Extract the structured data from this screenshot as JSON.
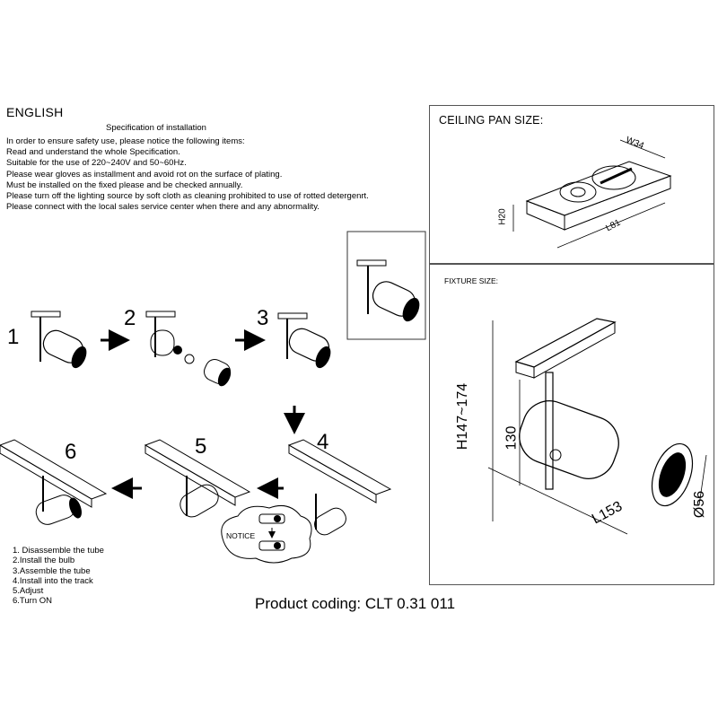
{
  "header": {
    "language": "ENGLISH",
    "spec_title": "Specification of installation"
  },
  "instructions": [
    "In order to ensure safety use, please notice the following items:",
    "Read and understand the whole Specification.",
    "Suitable for the use of 220~240V and 50~60Hz.",
    "Please wear gloves as installment and avoid rot on the surface of plating.",
    "Must be installed on the fixed please and be checked annually.",
    "Please turn off the lighting source by soft cloth as cleaning prohibited to use of rotted detergenrt.",
    "Please connect with the local sales service center when there and any abnormality."
  ],
  "steps": {
    "s1": "1",
    "s2": "2",
    "s3": "3",
    "s4": "4",
    "s5": "5",
    "s6": "6",
    "notice": "NOTICE"
  },
  "legend": [
    "1. Disassemble the tube",
    "2.Install the bulb",
    "3.Assemble the tube",
    "4.Install into the track",
    "5.Adjust",
    "6.Turn ON"
  ],
  "product": {
    "coding": "Product coding: CLT 0.31 011"
  },
  "ceiling_pan": {
    "title": "CEILING PAN SIZE:",
    "width": "W34",
    "height": "H20",
    "length": "L81"
  },
  "fixture": {
    "title": "FIXTURE SIZE:",
    "height_range": "H147~174",
    "stem": "130",
    "length": "L153",
    "diameter": "Ø56"
  }
}
